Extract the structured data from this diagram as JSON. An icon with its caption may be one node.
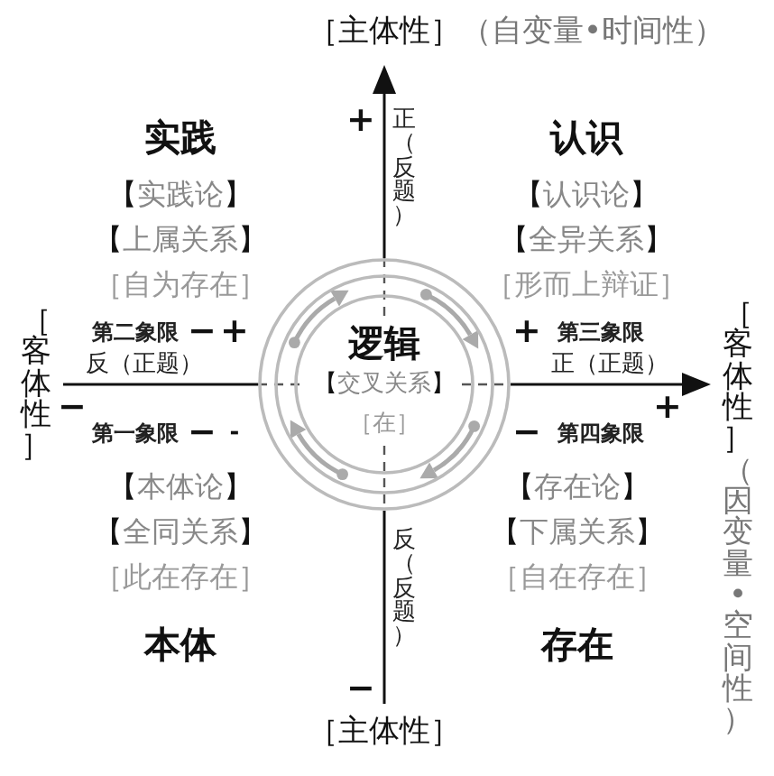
{
  "diagram": {
    "nodes": [
      {
        "text": [
          "逻辑",
          "【交叉关系】",
          "［在］"
        ]
      }
    ],
    "labels": [
      "［主体性］",
      "（自变量•时间性）",
      "+",
      "正（反题）",
      "实践",
      "【实践论】",
      "【上属关系】",
      "［自为存在］",
      "认识",
      "【认识论】",
      "【全异关系】",
      "［形而上辩证］",
      "［客体性］",
      "第二象限",
      "−",
      "+",
      "反（正题）",
      "−",
      "第一象限",
      "−",
      "-",
      "+",
      "第三象限",
      "正（正题）",
      "+",
      "−",
      "第四象限",
      "［客体性］",
      "（因变量•空间性）",
      "【本体论】",
      "【全同关系】",
      "［此在存在］",
      "本体",
      "【存在论】",
      "【下属关系】",
      "［自在存在］",
      "存在",
      "反（反题）",
      "−",
      "［主体性］"
    ]
  }
}
